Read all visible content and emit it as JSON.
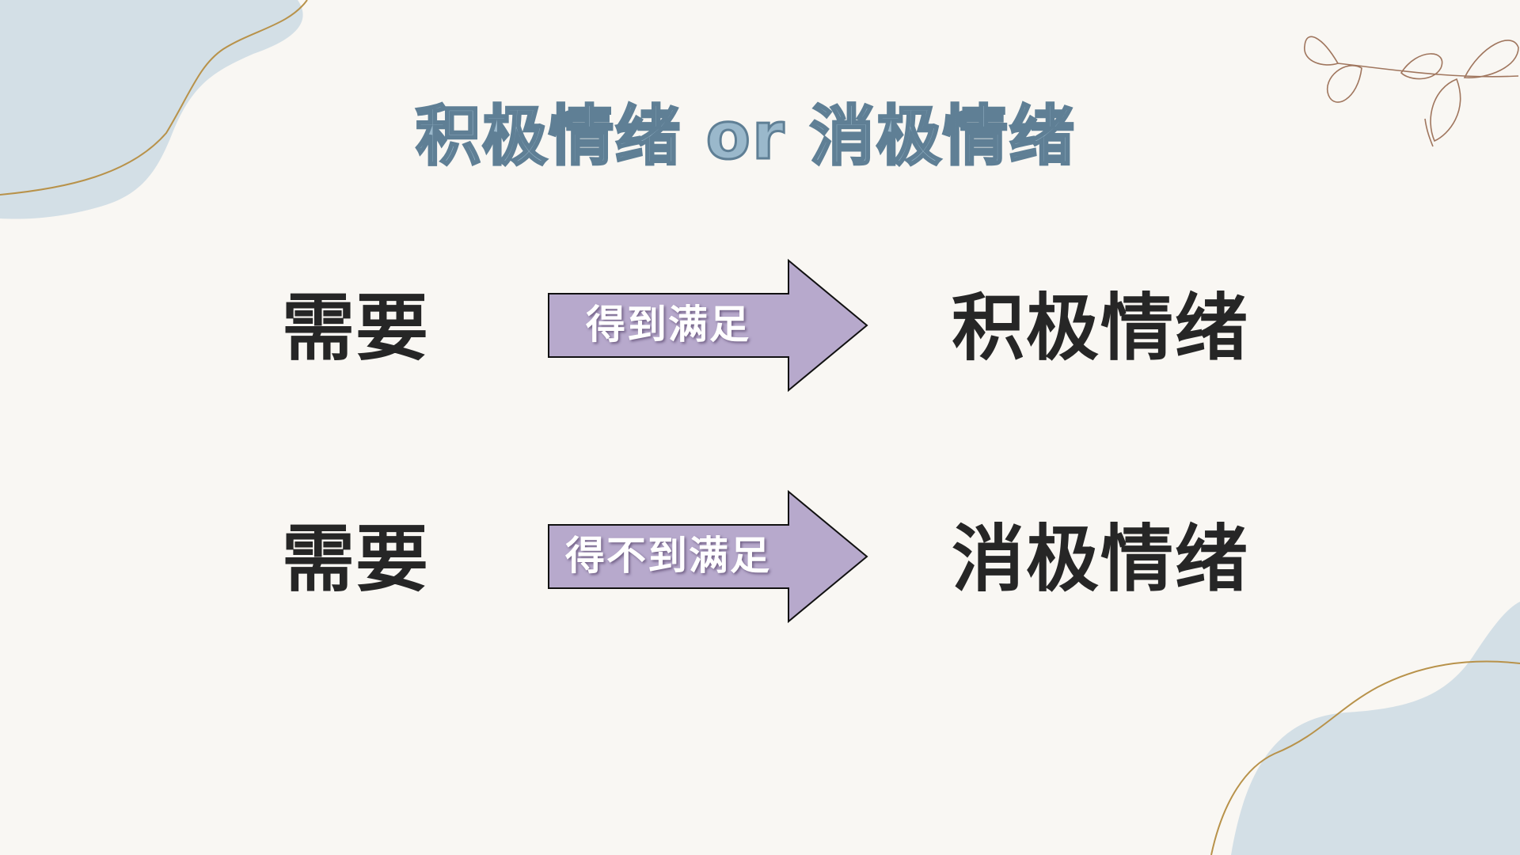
{
  "slide": {
    "title": "积极情绪 or 消极情绪",
    "rows": [
      {
        "need": "需要",
        "arrow_label": "得到满足",
        "result": "积极情绪"
      },
      {
        "need": "需要",
        "arrow_label": "得不到满足",
        "result": "消极情绪"
      }
    ]
  },
  "colors": {
    "background": "#f9f7f3",
    "blob": "#d3dfe6",
    "gold_line": "#b8924a",
    "arrow_fill": "#b7a9cc",
    "title_fill": "#9ab8cb",
    "title_outline": "#5f7f95",
    "text": "#262626"
  }
}
